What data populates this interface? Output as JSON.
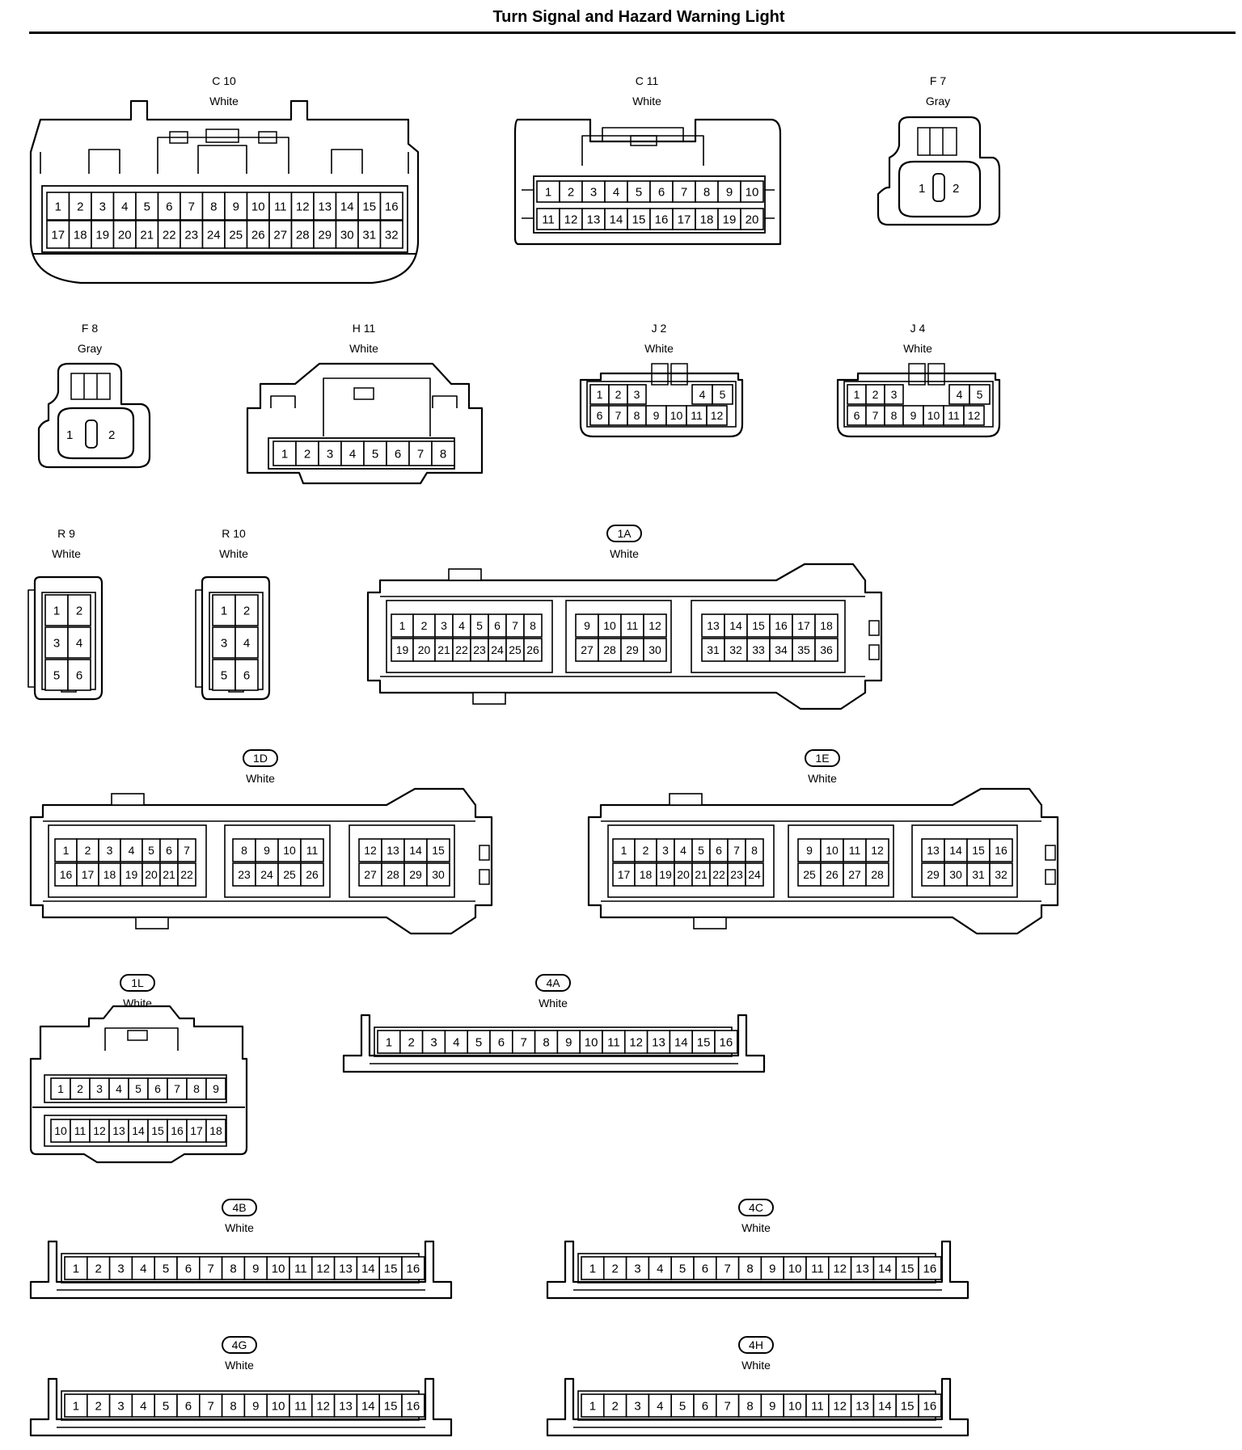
{
  "page": {
    "title": "Turn Signal and Hazard Warning Light"
  },
  "connectors": [
    {
      "id": "c10",
      "label": "C 10",
      "color": "White",
      "boxed": false,
      "rows": [
        [
          "1",
          "2",
          "3",
          "4",
          "5",
          "6",
          "7",
          "8",
          "9",
          "10",
          "11",
          "12",
          "13",
          "14",
          "15",
          "16"
        ],
        [
          "17",
          "18",
          "19",
          "20",
          "21",
          "22",
          "23",
          "24",
          "25",
          "26",
          "27",
          "28",
          "29",
          "30",
          "31",
          "32"
        ]
      ]
    },
    {
      "id": "c11",
      "label": "C 11",
      "color": "White",
      "boxed": false,
      "rows": [
        [
          "1",
          "2",
          "3",
          "4",
          "5",
          "6",
          "7",
          "8",
          "9",
          "10"
        ],
        [
          "11",
          "12",
          "13",
          "14",
          "15",
          "16",
          "17",
          "18",
          "19",
          "20"
        ]
      ]
    },
    {
      "id": "f7",
      "label": "F 7",
      "color": "Gray",
      "boxed": false,
      "rows": [
        [
          "1",
          "2"
        ]
      ]
    },
    {
      "id": "f8",
      "label": "F 8",
      "color": "Gray",
      "boxed": false,
      "rows": [
        [
          "1",
          "2"
        ]
      ]
    },
    {
      "id": "h11",
      "label": "H 11",
      "color": "White",
      "boxed": false,
      "rows": [
        [
          "1",
          "2",
          "3",
          "4",
          "5",
          "6",
          "7",
          "8"
        ]
      ]
    },
    {
      "id": "j2",
      "label": "J 2",
      "color": "White",
      "boxed": false,
      "rows": [
        [
          "1",
          "2",
          "3",
          "4",
          "5"
        ],
        [
          "6",
          "7",
          "8",
          "9",
          "10",
          "11",
          "12"
        ]
      ]
    },
    {
      "id": "j4",
      "label": "J 4",
      "color": "White",
      "boxed": false,
      "rows": [
        [
          "1",
          "2",
          "3",
          "4",
          "5"
        ],
        [
          "6",
          "7",
          "8",
          "9",
          "10",
          "11",
          "12"
        ]
      ]
    },
    {
      "id": "r9",
      "label": "R 9",
      "color": "White",
      "boxed": false,
      "rows": [
        [
          "1",
          "2"
        ],
        [
          "3",
          "4"
        ],
        [
          "5",
          "6"
        ]
      ]
    },
    {
      "id": "r10",
      "label": "R 10",
      "color": "White",
      "boxed": false,
      "rows": [
        [
          "1",
          "2"
        ],
        [
          "3",
          "4"
        ],
        [
          "5",
          "6"
        ]
      ]
    },
    {
      "id": "1a",
      "label": "1A",
      "color": "White",
      "boxed": true,
      "rows": [
        [
          "1",
          "2",
          "3",
          "4",
          "5",
          "6",
          "7",
          "8"
        ],
        [
          "19",
          "20",
          "21",
          "22",
          "23",
          "24",
          "25",
          "26"
        ],
        [
          "9",
          "10",
          "11",
          "12"
        ],
        [
          "27",
          "28",
          "29",
          "30"
        ],
        [
          "13",
          "14",
          "15",
          "16",
          "17",
          "18"
        ],
        [
          "31",
          "32",
          "33",
          "34",
          "35",
          "36"
        ]
      ]
    },
    {
      "id": "1d",
      "label": "1D",
      "color": "White",
      "boxed": true,
      "rows": [
        [
          "1",
          "2",
          "3",
          "4",
          "5",
          "6",
          "7"
        ],
        [
          "16",
          "17",
          "18",
          "19",
          "20",
          "21",
          "22"
        ],
        [
          "8",
          "9",
          "10",
          "11"
        ],
        [
          "23",
          "24",
          "25",
          "26"
        ],
        [
          "12",
          "13",
          "14",
          "15"
        ],
        [
          "27",
          "28",
          "29",
          "30"
        ]
      ]
    },
    {
      "id": "1e",
      "label": "1E",
      "color": "White",
      "boxed": true,
      "rows": [
        [
          "1",
          "2",
          "3",
          "4",
          "5",
          "6",
          "7",
          "8"
        ],
        [
          "17",
          "18",
          "19",
          "20",
          "21",
          "22",
          "23",
          "24"
        ],
        [
          "9",
          "10",
          "11",
          "12"
        ],
        [
          "25",
          "26",
          "27",
          "28"
        ],
        [
          "13",
          "14",
          "15",
          "16"
        ],
        [
          "29",
          "30",
          "31",
          "32"
        ]
      ]
    },
    {
      "id": "1l",
      "label": "1L",
      "color": "White",
      "boxed": true,
      "rows": [
        [
          "1",
          "2",
          "3",
          "4",
          "5",
          "6",
          "7",
          "8",
          "9"
        ],
        [
          "10",
          "11",
          "12",
          "13",
          "14",
          "15",
          "16",
          "17",
          "18"
        ]
      ]
    },
    {
      "id": "4a",
      "label": "4A",
      "color": "White",
      "boxed": true,
      "rows": [
        [
          "1",
          "2",
          "3",
          "4",
          "5",
          "6",
          "7",
          "8",
          "9",
          "10",
          "11",
          "12",
          "13",
          "14",
          "15",
          "16"
        ]
      ]
    },
    {
      "id": "4b",
      "label": "4B",
      "color": "White",
      "boxed": true,
      "rows": [
        [
          "1",
          "2",
          "3",
          "4",
          "5",
          "6",
          "7",
          "8",
          "9",
          "10",
          "11",
          "12",
          "13",
          "14",
          "15",
          "16"
        ]
      ]
    },
    {
      "id": "4c",
      "label": "4C",
      "color": "White",
      "boxed": true,
      "rows": [
        [
          "1",
          "2",
          "3",
          "4",
          "5",
          "6",
          "7",
          "8",
          "9",
          "10",
          "11",
          "12",
          "13",
          "14",
          "15",
          "16"
        ]
      ]
    },
    {
      "id": "4g",
      "label": "4G",
      "color": "White",
      "boxed": true,
      "rows": [
        [
          "1",
          "2",
          "3",
          "4",
          "5",
          "6",
          "7",
          "8",
          "9",
          "10",
          "11",
          "12",
          "13",
          "14",
          "15",
          "16"
        ]
      ]
    },
    {
      "id": "4h",
      "label": "4H",
      "color": "White",
      "boxed": true,
      "rows": [
        [
          "1",
          "2",
          "3",
          "4",
          "5",
          "6",
          "7",
          "8",
          "9",
          "10",
          "11",
          "12",
          "13",
          "14",
          "15",
          "16"
        ]
      ]
    }
  ]
}
